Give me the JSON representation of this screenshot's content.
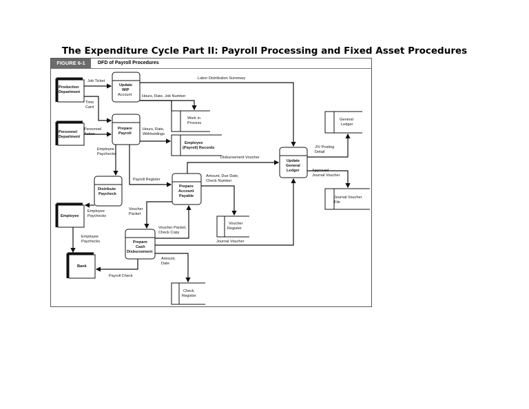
{
  "title": "The Expenditure Cycle Part II: Payroll Processing and Fixed Asset Procedures",
  "figure": {
    "tag": "FIGURE 6-1",
    "caption": "DFD of Payroll Procedures"
  },
  "entities": {
    "production": [
      "Production",
      "Department"
    ],
    "personnel": [
      "Personnel",
      "Department"
    ],
    "employee": [
      "Employee"
    ],
    "bank": [
      "Bank"
    ]
  },
  "processes": {
    "update_wip": [
      "Update",
      "WIP",
      "Account"
    ],
    "prepare_payroll": [
      "Prepare",
      "Payroll"
    ],
    "distribute": [
      "Distribute",
      "Paycheck"
    ],
    "prepare_ap": [
      "Prepare",
      "Account",
      "Payable"
    ],
    "prepare_cash": [
      "Prepare",
      "Cash",
      "Disbursement"
    ],
    "update_gl": [
      "Update",
      "General",
      "Ledger"
    ]
  },
  "stores": {
    "wip": [
      "Work in",
      "Process"
    ],
    "employee_records": [
      "Employee",
      "(Payroll) Records"
    ],
    "general_ledger": [
      "General",
      "Ledger"
    ],
    "journal_voucher": [
      "Journal Voucher",
      "File"
    ],
    "voucher_register": [
      "Voucher",
      "Register"
    ],
    "check_register": [
      "Check",
      "Register"
    ]
  },
  "flows": {
    "job_ticket": "Job Ticket",
    "time_card": [
      "Time",
      "Card"
    ],
    "labor_summary": "Labor Distribution Summary",
    "hours_job": "Hours, Rate, Job Number",
    "personnel_action": [
      "Personnel",
      "Action"
    ],
    "hours_withholdings": [
      "Hours, Rate,",
      "Withholdings"
    ],
    "employee_paychecks_1": [
      "Employee",
      "Paychecks"
    ],
    "payroll_register": "Payroll Register",
    "disbursement_voucher": "Disbursement Voucher",
    "amount_due": [
      "Amount, Due Date,",
      "Check Number"
    ],
    "employee_paychecks_2": [
      "Employee",
      "Paychecks"
    ],
    "voucher_packet_1": [
      "Voucher",
      "Packet"
    ],
    "voucher_packet_2": [
      "Voucher Packet,",
      "Check Copy"
    ],
    "jv_posting": [
      "J/V Posting",
      "Detail"
    ],
    "approved_jv": [
      "Approved",
      "Journal Voucher"
    ],
    "journal_voucher": "Journal Voucher",
    "employee_paychecks_3": [
      "Employee",
      "Paychecks"
    ],
    "payroll_check": "Payroll Check",
    "amount_date": [
      "Amount,",
      "Date"
    ]
  }
}
